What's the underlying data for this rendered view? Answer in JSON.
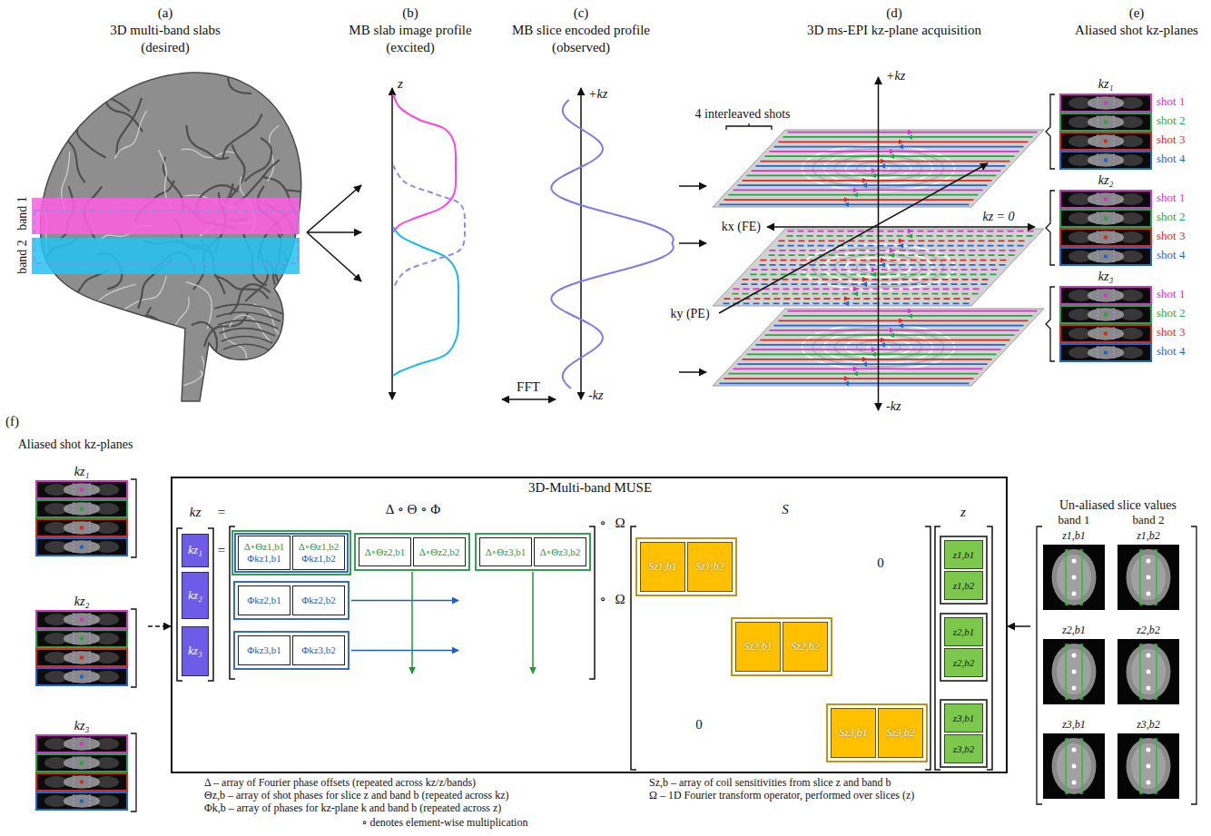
{
  "diagram": {
    "nodes": [
      {
        "text": [
          "Aliased shot kz-planes"
        ]
      },
      {
        "text": [
          "3D-Multi-band MUSE",
          "kz",
          "=",
          "Δ ∘ Θ ∘ Φ",
          "∘",
          "Ω",
          "S",
          "z",
          "=",
          "∘",
          "Ω",
          "0",
          "0"
        ]
      },
      {
        "text": [
          "kz₁"
        ],
        "in": 1
      },
      {
        "text": [
          "kz₂"
        ],
        "in": 1
      },
      {
        "text": [
          "kz₃"
        ],
        "in": 1
      },
      {
        "text": [
          "Δ∘Θz1,b1",
          "Φkz1,b1"
        ],
        "in": 1
      },
      {
        "text": [
          "Δ∘Θz1,b2",
          "Φkz1,b2"
        ],
        "in": 1
      },
      {
        "text": [
          "Δ∘Θz2,b1"
        ],
        "in": 1
      },
      {
        "text": [
          "Δ∘Θz2,b2"
        ],
        "in": 1
      },
      {
        "text": [
          "Δ∘Θz3,b1"
        ],
        "in": 1
      },
      {
        "text": [
          "Δ∘Θz3,b2"
        ],
        "in": 1
      },
      {
        "text": [
          "Φkz2,b1"
        ],
        "in": 1
      },
      {
        "text": [
          "Φkz2,b2"
        ],
        "in": 1
      },
      {
        "text": [
          "Φkz3,b1"
        ],
        "in": 1
      },
      {
        "text": [
          "Φkz3,b2"
        ],
        "in": 1
      },
      {
        "text": [
          "Sz1,b1"
        ],
        "in": 1
      },
      {
        "text": [
          "Sz1,b2"
        ],
        "in": 1
      },
      {
        "text": [
          "Sz2,b1"
        ],
        "in": 1
      },
      {
        "text": [
          "Sz2,b2"
        ],
        "in": 1
      },
      {
        "text": [
          "Sz3,b1"
        ],
        "in": 1
      },
      {
        "text": [
          "Sz3,b2"
        ],
        "in": 1
      },
      {
        "text": [
          "z1,b1"
        ],
        "in": 1
      },
      {
        "text": [
          "z1,b2"
        ],
        "in": 1
      },
      {
        "text": [
          "z2,b1"
        ],
        "in": 1
      },
      {
        "text": [
          "z2,b2"
        ],
        "in": 1
      },
      {
        "text": [
          "z3,b1"
        ],
        "in": 1
      },
      {
        "text": [
          "z3,b2"
        ],
        "in": 1
      },
      {
        "text": [
          "Un-aliased slice values"
        ]
      }
    ],
    "edges": [
      {
        "from": 0,
        "to": 1,
        "arrow": "to"
      },
      {
        "from": 27,
        "to": 1,
        "arrow": "to"
      }
    ],
    "labels": [
      "(a)",
      "3D multi-band slabs",
      "(desired)",
      "(b)",
      "MB slab image profile",
      "(excited)",
      "(c)",
      "MB slice encoded profile",
      "(observed)",
      "(d)",
      "3D ms-EPI kz-plane acquisition",
      "(e)",
      "Aliased shot kz-planes",
      "band 1",
      "band 2",
      "z",
      "FFT",
      "+kz",
      "-kz",
      "4 interleaved shots",
      "+kz",
      "kz = 0",
      "kx (FE)",
      "ky (PE)",
      "-kz",
      "kz₁",
      "shot 1",
      "shot 2",
      "shot 3",
      "shot 4",
      "kz₂",
      "shot 1",
      "shot 2",
      "shot 3",
      "shot 4",
      "kz₃",
      "shot 1",
      "shot 2",
      "shot 3",
      "shot 4",
      "(f)",
      "kz₁",
      "kz₂",
      "kz₃",
      "Δ – array of Fourier phase offsets (repeated across kz/z/bands)",
      "Θz,b – array of shot phases for slice z and band b (repeated across kz)",
      "Φk,b – array of phases for kz-plane k and band b (repeated across z)",
      "Sz,b – array of coil sensitivities from slice z and band b",
      "Ω – 1D Fourier transform operator, performed over slices (z)",
      "∘ denotes element-wise multiplication",
      "band 1",
      "band 2",
      "z1,b1",
      "z1,b2",
      "z2,b1",
      "z2,b2",
      "z3,b1",
      "z3,b2"
    ]
  }
}
